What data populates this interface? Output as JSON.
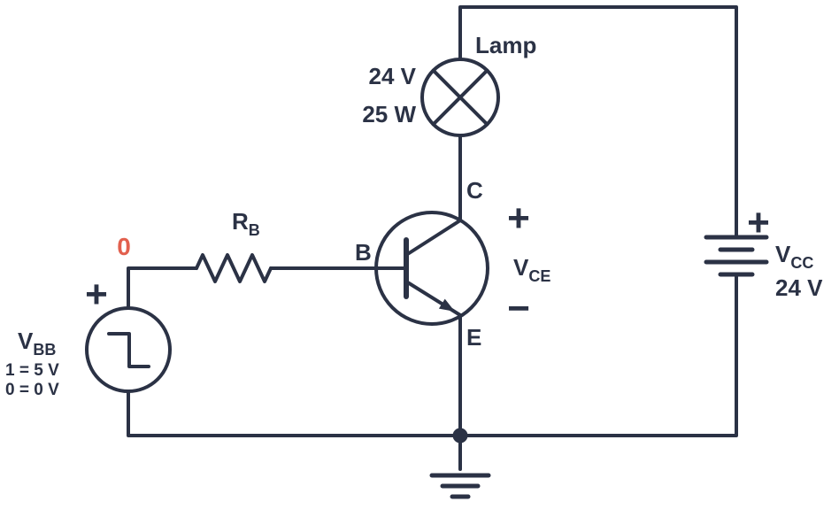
{
  "colors": {
    "ink": "#2b3245",
    "accent": "#e2604e",
    "background": "#ffffff"
  },
  "lamp": {
    "label": "Lamp",
    "voltage": "24 V",
    "power": "25 W"
  },
  "transistor": {
    "collector": "C",
    "base": "B",
    "emitter": "E"
  },
  "vce": {
    "plus": "+",
    "symbol": "V",
    "subscript": "CE",
    "minus": "−"
  },
  "vcc": {
    "plus": "+",
    "symbol": "V",
    "subscript": "CC",
    "value": "24 V"
  },
  "rb": {
    "symbol": "R",
    "subscript": "B"
  },
  "input": {
    "state": "0"
  },
  "vbb": {
    "plus": "+",
    "symbol": "V",
    "subscript": "BB",
    "high": "1 = 5 V",
    "low": "0 = 0 V"
  }
}
